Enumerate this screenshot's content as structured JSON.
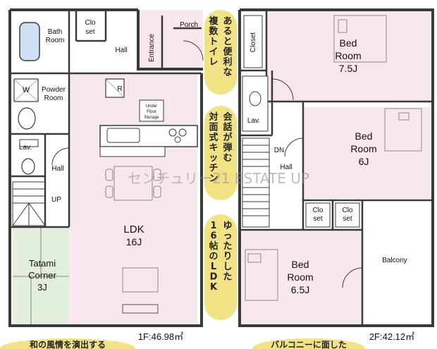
{
  "floor1": {
    "rooms": {
      "bath": [
        "Bath",
        "Room"
      ],
      "closet": [
        "Clo",
        "set"
      ],
      "hall_top": "Hall",
      "entrance": "Entrance",
      "porch": "Porch",
      "powder": [
        "Powder",
        "Room"
      ],
      "powder_w": "W",
      "fridge_r": "R",
      "storage": [
        "Under",
        "Floor",
        "Storage"
      ],
      "lav": "Lav.",
      "hall_left": "Hall",
      "up": "UP",
      "ldk": [
        "LDK",
        "16J"
      ],
      "tatami": [
        "Tatami",
        "Corner",
        "3J"
      ]
    },
    "area_label": "1F:46.98㎡",
    "callouts": [
      {
        "lines": [
          "あると便利な",
          "複数トイレ"
        ]
      },
      {
        "lines": [
          "会話が弾む",
          "対面式キッチン"
        ]
      },
      {
        "lines": [
          "ゆったりした",
          "16帖のLDK"
        ]
      }
    ],
    "bottom_text": "和の風情を演出する"
  },
  "floor2": {
    "rooms": {
      "closet_top": "Closet",
      "bed1": [
        "Bed",
        "Room",
        "7.5J"
      ],
      "lav": "Lav.",
      "dn": "DN",
      "hall": "Hall",
      "bed2": [
        "Bed",
        "Room",
        "6J"
      ],
      "clo1": [
        "Clo",
        "set"
      ],
      "clo2": [
        "Clo",
        "set"
      ],
      "bed3": [
        "Bed",
        "Room",
        "6.5J"
      ],
      "balcony": "Balcony"
    },
    "area_label": "2F:42.12㎡",
    "bottom_text": "バルコニーに面した"
  },
  "watermark": "センチュリー21 ESTATE UP",
  "colors": {
    "room_pink": "#f7e7ef",
    "tatami_green": "#e4eedd",
    "wall": "#3a3a3a",
    "wet_blue": "#cfe0f2",
    "callout_yellow": "#f1e384",
    "watermark": "#8a8a8a"
  }
}
